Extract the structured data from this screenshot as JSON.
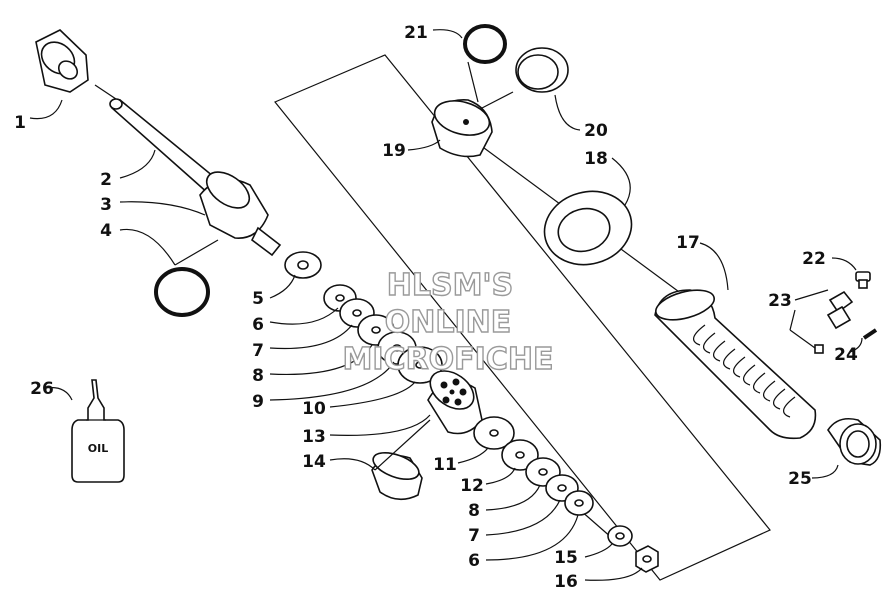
{
  "labels": {
    "p1": "1",
    "p2": "2",
    "p3": "3",
    "p4": "4",
    "p5": "5",
    "p6a": "6",
    "p7a": "7",
    "p8a": "8",
    "p9": "9",
    "p10": "10",
    "p11": "11",
    "p12": "12",
    "p13": "13",
    "p14": "14",
    "p15": "15",
    "p16": "16",
    "p17": "17",
    "p18": "18",
    "p19": "19",
    "p20": "20",
    "p21": "21",
    "p22": "22",
    "p23": "23",
    "p24": "24",
    "p25": "25",
    "p26": "26",
    "p6b": "6",
    "p7b": "7",
    "p8b": "8"
  },
  "oil_bottle_text": "OIL",
  "watermark": {
    "line1": "HLSM'S",
    "line2": "ONLINE",
    "line3": "MICROFICHE"
  }
}
